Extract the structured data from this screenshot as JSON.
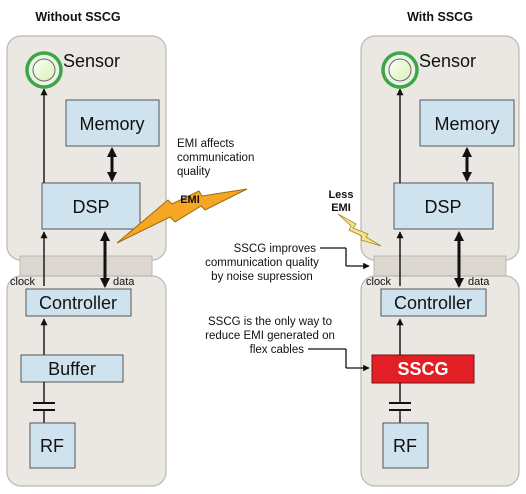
{
  "titles": {
    "left": "Without SSCG",
    "right": "With SSCG"
  },
  "left_diagram": {
    "sensor": "Sensor",
    "memory": "Memory",
    "dsp": "DSP",
    "controller": "Controller",
    "buffer": "Buffer",
    "rf": "RF",
    "clock_label": "clock",
    "data_label": "data",
    "emi_label": "EMI"
  },
  "right_diagram": {
    "sensor": "Sensor",
    "memory": "Memory",
    "dsp": "DSP",
    "controller": "Controller",
    "sscg": "SSCG",
    "rf": "RF",
    "clock_label": "clock",
    "data_label": "data",
    "less_emi_line1": "Less",
    "less_emi_line2": "EMI"
  },
  "annotations": {
    "emi_affects": [
      "EMI affects",
      "communication",
      "quality"
    ],
    "sscg_improves": [
      "SSCG improves",
      "communication quality",
      "by noise supression"
    ],
    "sscg_only": [
      "SSCG is the only way to",
      "reduce EMI generated on",
      "flex cables"
    ]
  },
  "colors": {
    "panel_fill": "#ebe8e3",
    "box_fill": "#cfe3ee",
    "sscg_fill": "#e31f26",
    "emi_fill": "#f5a623",
    "sensor_ring": "#3fa548"
  }
}
